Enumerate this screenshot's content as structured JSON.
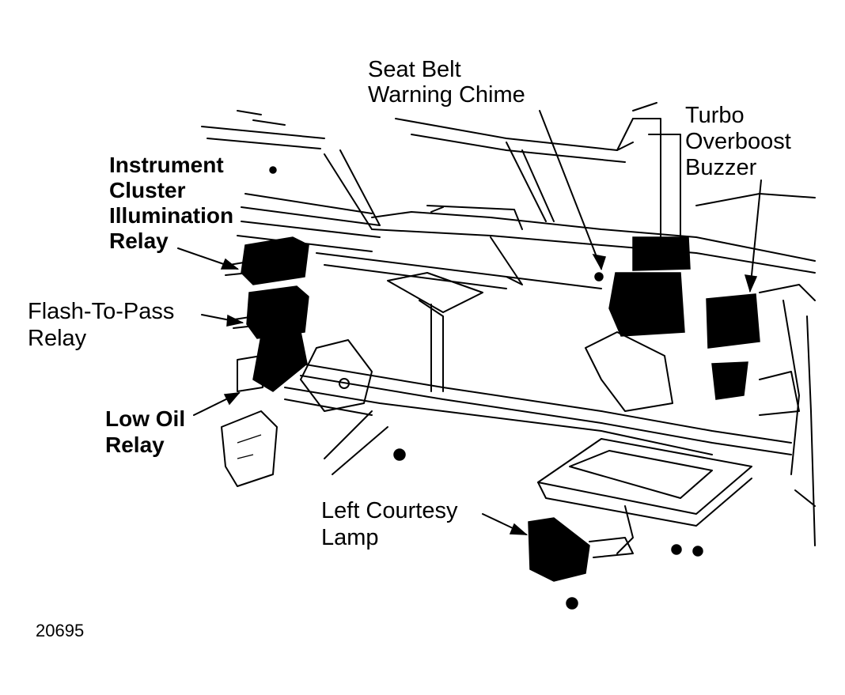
{
  "labels": {
    "seat_belt_chime": [
      "Seat Belt",
      "Warning Chime"
    ],
    "turbo_buzzer": [
      "Turbo",
      "Overboost",
      "Buzzer"
    ],
    "cluster_relay": [
      "Instrument",
      "Cluster",
      "Illumination",
      "Relay"
    ],
    "flash_relay": [
      "Flash-To-Pass",
      "Relay"
    ],
    "low_oil_relay": [
      "Low Oil",
      "Relay"
    ],
    "courtesy_lamp": [
      "Left Courtesy",
      "Lamp"
    ]
  },
  "figure_number": "20695",
  "colors": {
    "ink": "#000000",
    "paper": "#ffffff"
  }
}
